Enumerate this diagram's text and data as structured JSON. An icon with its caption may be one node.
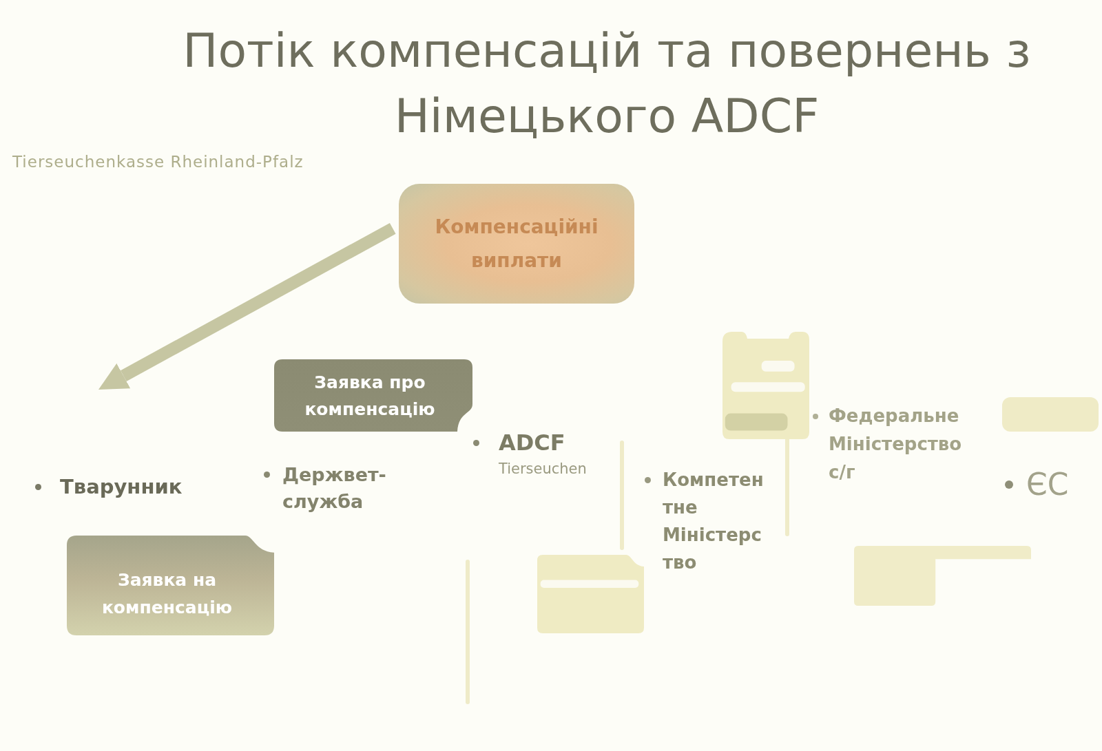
{
  "diagram": {
    "title": "Потік компенсацій та повернень з Німецького ADCF",
    "nodes": [
      {
        "text": [
          "Компенсаційні виплати"
        ]
      },
      {
        "text": [
          "Заявка про компенсацію"
        ]
      },
      {
        "text": [],
        "shape": "box"
      },
      {
        "text": [],
        "shape": "box"
      },
      {
        "text": [
          "Тварунник"
        ]
      },
      {
        "text": [
          "Держвет-служба"
        ]
      },
      {
        "text": [
          "ADCF",
          "Tierseuchen"
        ]
      },
      {
        "text": [
          "Компетентне Міністерство"
        ]
      },
      {
        "text": [
          "Федеральне Міністерство с/г"
        ]
      },
      {
        "text": [
          "ЄС"
        ]
      },
      {
        "text": [
          "Заявка на компенсацію"
        ]
      },
      {
        "text": [],
        "shape": "box"
      },
      {
        "text": [],
        "shape": "box"
      }
    ],
    "edges": [
      {
        "from": 0,
        "to": 4,
        "arrow": "to"
      }
    ],
    "labels": [
      "Tierseuchenkasse Rheinland-Pfalz"
    ]
  }
}
